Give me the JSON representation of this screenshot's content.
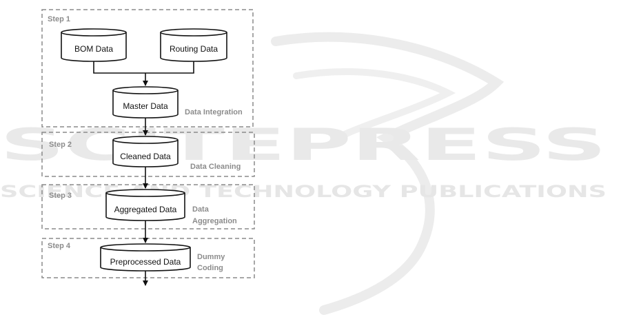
{
  "watermark": {
    "main": "SCITEPRESS",
    "sub": "SCIENCE AND TECHNOLOGY PUBLICATIONS"
  },
  "steps": [
    {
      "label": "Step 1",
      "stage": [
        "Data Integration"
      ]
    },
    {
      "label": "Step 2",
      "stage": [
        "Data Cleaning"
      ]
    },
    {
      "label": "Step 3",
      "stage": [
        "Data",
        "Aggregation"
      ]
    },
    {
      "label": "Step 4",
      "stage": [
        "Dummy",
        "Coding"
      ]
    }
  ],
  "datastores": {
    "bom": "BOM Data",
    "routing": "Routing Data",
    "master": "Master Data",
    "cleaned": "Cleaned Data",
    "aggregated": "Aggregated Data",
    "preprocessed": "Preprocessed Data"
  }
}
